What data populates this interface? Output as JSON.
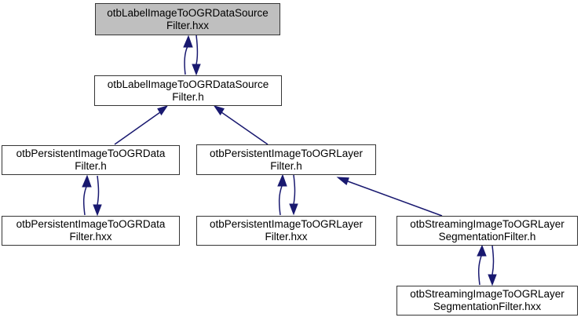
{
  "diagram": {
    "kind": "include-dependency-graph",
    "background_color": "#ffffff",
    "arrow_color": "#191970",
    "node_border_color": "#353535",
    "node_fill": "#ffffff",
    "current_node_fill": "#bfbfbf",
    "nodes": [
      {
        "id": "otbLabelImageToOGRDataSourceFilter.hxx",
        "line1": "otbLabelImageToOGRDataSource",
        "line2": "Filter.hxx",
        "current": true
      },
      {
        "id": "otbLabelImageToOGRDataSourceFilter.h",
        "line1": "otbLabelImageToOGRDataSource",
        "line2": "Filter.h",
        "current": false
      },
      {
        "id": "otbPersistentImageToOGRDataFilter.h",
        "line1": "otbPersistentImageToOGRData",
        "line2": "Filter.h",
        "current": false
      },
      {
        "id": "otbPersistentImageToOGRLayerFilter.h",
        "line1": "otbPersistentImageToOGRLayer",
        "line2": "Filter.h",
        "current": false
      },
      {
        "id": "otbPersistentImageToOGRDataFilter.hxx",
        "line1": "otbPersistentImageToOGRData",
        "line2": "Filter.hxx",
        "current": false
      },
      {
        "id": "otbPersistentImageToOGRLayerFilter.hxx",
        "line1": "otbPersistentImageToOGRLayer",
        "line2": "Filter.hxx",
        "current": false
      },
      {
        "id": "otbStreamingImageToOGRLayerSegmentationFilter.h",
        "line1": "otbStreamingImageToOGRLayer",
        "line2": "SegmentationFilter.h",
        "current": false
      },
      {
        "id": "otbStreamingImageToOGRLayerSegmentationFilter.hxx",
        "line1": "otbStreamingImageToOGRLayer",
        "line2": "SegmentationFilter.hxx",
        "current": false
      }
    ],
    "edges": [
      {
        "from": "otbLabelImageToOGRDataSourceFilter.h",
        "to": "otbLabelImageToOGRDataSourceFilter.hxx",
        "direction": "up"
      },
      {
        "from": "otbLabelImageToOGRDataSourceFilter.hxx",
        "to": "otbLabelImageToOGRDataSourceFilter.h",
        "direction": "down"
      },
      {
        "from": "otbPersistentImageToOGRDataFilter.h",
        "to": "otbLabelImageToOGRDataSourceFilter.h",
        "direction": "up"
      },
      {
        "from": "otbPersistentImageToOGRLayerFilter.h",
        "to": "otbLabelImageToOGRDataSourceFilter.h",
        "direction": "up"
      },
      {
        "from": "otbPersistentImageToOGRDataFilter.hxx",
        "to": "otbPersistentImageToOGRDataFilter.h",
        "direction": "up"
      },
      {
        "from": "otbPersistentImageToOGRDataFilter.h",
        "to": "otbPersistentImageToOGRDataFilter.hxx",
        "direction": "down"
      },
      {
        "from": "otbPersistentImageToOGRLayerFilter.hxx",
        "to": "otbPersistentImageToOGRLayerFilter.h",
        "direction": "up"
      },
      {
        "from": "otbPersistentImageToOGRLayerFilter.h",
        "to": "otbPersistentImageToOGRLayerFilter.hxx",
        "direction": "down"
      },
      {
        "from": "otbStreamingImageToOGRLayerSegmentationFilter.h",
        "to": "otbPersistentImageToOGRLayerFilter.h",
        "direction": "up"
      },
      {
        "from": "otbStreamingImageToOGRLayerSegmentationFilter.hxx",
        "to": "otbStreamingImageToOGRLayerSegmentationFilter.h",
        "direction": "up"
      },
      {
        "from": "otbStreamingImageToOGRLayerSegmentationFilter.h",
        "to": "otbStreamingImageToOGRLayerSegmentationFilter.hxx",
        "direction": "down"
      }
    ]
  }
}
